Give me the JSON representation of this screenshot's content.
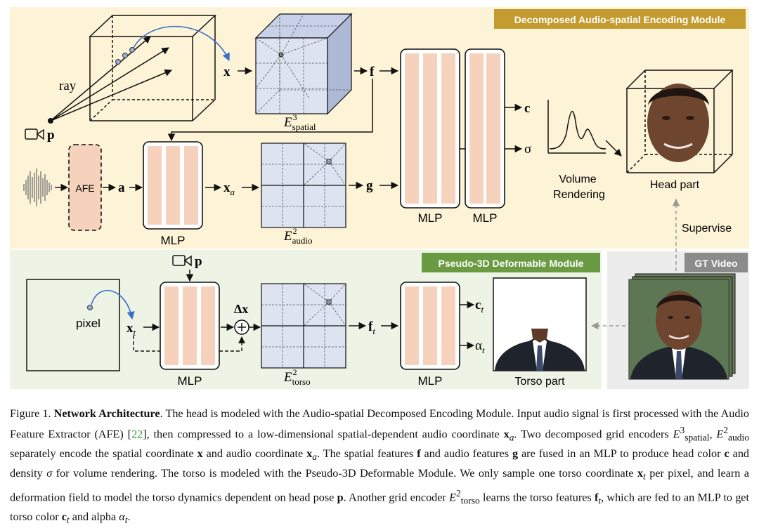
{
  "modules": {
    "head_title": "Decomposed Audio-spatial Encoding Module",
    "torso_title": "Pseudo-3D Deformable Module",
    "gt_title": "GT Video"
  },
  "labels": {
    "ray": "ray",
    "p": "p",
    "x": "x",
    "f": "f",
    "a": "a",
    "afe": "AFE",
    "xa": "x",
    "xa_sub": "a",
    "g": "g",
    "c": "c",
    "sigma": "σ",
    "mlp": "MLP",
    "e_spatial_base": "E",
    "e_spatial_sup": "3",
    "e_spatial_sub": "spatial",
    "e_audio_base": "E",
    "e_audio_sup": "2",
    "e_audio_sub": "audio",
    "e_torso_base": "E",
    "e_torso_sup": "2",
    "e_torso_sub": "torso",
    "volume": "Volume",
    "rendering": "Rendering",
    "head_part": "Head part",
    "supervise": "Supervise",
    "pixel": "pixel",
    "xt": "x",
    "xt_sub": "t",
    "dx": "Δx",
    "ft": "f",
    "ft_sub": "t",
    "ct": "c",
    "ct_sub": "t",
    "alpha_t": "α",
    "alpha_sub": "t",
    "torso_part": "Torso part"
  },
  "caption": {
    "prefix": "Figure 1. ",
    "title": "Network Architecture",
    "p1": ". The head is modeled with the Audio-spatial Decomposed Encoding Module. Input audio signal is first processed with the Audio Feature Extractor (AFE) [",
    "cite": "22",
    "p2": "], then compressed to a low-dimensional spatial-dependent audio coordinate ",
    "p3": ". Two decomposed grid encoders ",
    "p4": " separately encode the spatial coordinate ",
    "p5": " and audio coordinate ",
    "p6": ". The spatial features ",
    "p7": " and audio features ",
    "p8": " are fused in an MLP to produce head color ",
    "p9": " and density ",
    "p10": " for volume rendering. The torso is modeled with the Pseudo-3D Deformable Module. We only sample one torso coordinate ",
    "p11": " per pixel, and learn a deformation field to model the torso dynamics dependent on head pose ",
    "p12": ". Another grid encoder ",
    "p13": " learns the torso features ",
    "p14": ", which are fed to an MLP to get torso color ",
    "p15": " and alpha ",
    "p16": "."
  },
  "colors": {
    "head_bg": "#fdf3d6",
    "torso_bg": "#edf4e5",
    "gt_bg": "#ececec",
    "head_title_bg": "#c39b2e",
    "torso_title_bg": "#6a9a42",
    "gt_title_bg": "#8b8b8b",
    "mlp_fill": "#f6d2bd",
    "grid_fill": "#dde3f1",
    "arrow_blue": "#3a6fc8"
  }
}
